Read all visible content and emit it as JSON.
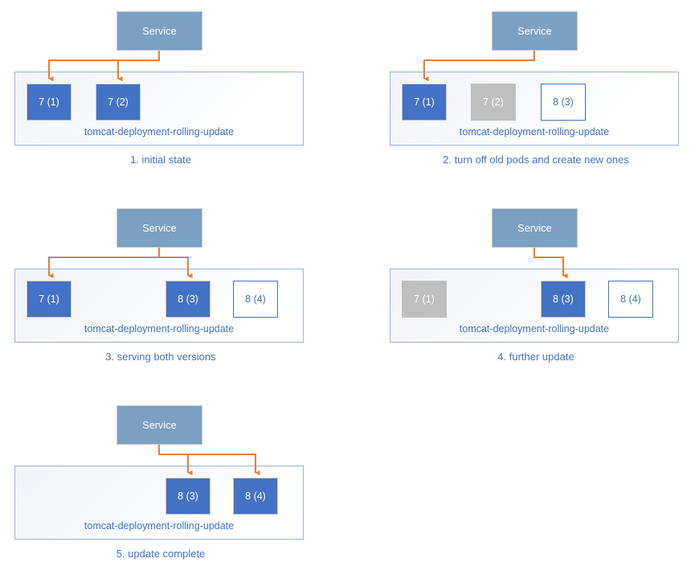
{
  "diagram": {
    "title_semantic": "kubernetes-rolling-update-sequence",
    "colors": {
      "service_fill": "#7BA0C4",
      "pod_active_fill": "#4472C4",
      "pod_terminating_fill": "#BFBFBF",
      "pod_pending_border": "#4472C4",
      "deployment_border": "#9DB2D4",
      "arrow": "#ED7D31",
      "caption_text": "#4472C4",
      "label_text": "#4472C4"
    },
    "common": {
      "service_label": "Service",
      "deployment_label": "tomcat-deployment-rolling-update"
    },
    "panels": [
      {
        "id": "panel-1",
        "caption": "1. initial state",
        "service_label": "Service",
        "deployment_label": "tomcat-deployment-rolling-update",
        "pods": [
          {
            "label": "7 (1)",
            "state": "active",
            "slot": 1
          },
          {
            "label": "7 (2)",
            "state": "active",
            "slot": 2
          }
        ],
        "arrow_targets": [
          1,
          2
        ]
      },
      {
        "id": "panel-2",
        "caption": "2. turn off old pods and create new ones",
        "service_label": "Service",
        "deployment_label": "tomcat-deployment-rolling-update",
        "pods": [
          {
            "label": "7 (1)",
            "state": "active",
            "slot": 1
          },
          {
            "label": "7 (2)",
            "state": "terminating",
            "slot": 2
          },
          {
            "label": "8 (3)",
            "state": "pending",
            "slot": 3
          }
        ],
        "arrow_targets": [
          1
        ]
      },
      {
        "id": "panel-3",
        "caption": "3. serving both versions",
        "service_label": "Service",
        "deployment_label": "tomcat-deployment-rolling-update",
        "pods": [
          {
            "label": "7 (1)",
            "state": "active",
            "slot": 1
          },
          {
            "label": "8 (3)",
            "state": "active",
            "slot": 3
          },
          {
            "label": "8 (4)",
            "state": "pending",
            "slot": 4
          }
        ],
        "arrow_targets": [
          1,
          3
        ]
      },
      {
        "id": "panel-4",
        "caption": "4. further update",
        "service_label": "Service",
        "deployment_label": "tomcat-deployment-rolling-update",
        "pods": [
          {
            "label": "7 (1)",
            "state": "terminating",
            "slot": 1
          },
          {
            "label": "8 (3)",
            "state": "active",
            "slot": 3
          },
          {
            "label": "8 (4)",
            "state": "pending",
            "slot": 4
          }
        ],
        "arrow_targets": [
          3
        ]
      },
      {
        "id": "panel-5",
        "caption": "5. update complete",
        "service_label": "Service",
        "deployment_label": "tomcat-deployment-rolling-update",
        "pods": [
          {
            "label": "8 (3)",
            "state": "active",
            "slot": 3
          },
          {
            "label": "8 (4)",
            "state": "active",
            "slot": 4
          }
        ],
        "arrow_targets": [
          3,
          4
        ]
      }
    ]
  }
}
